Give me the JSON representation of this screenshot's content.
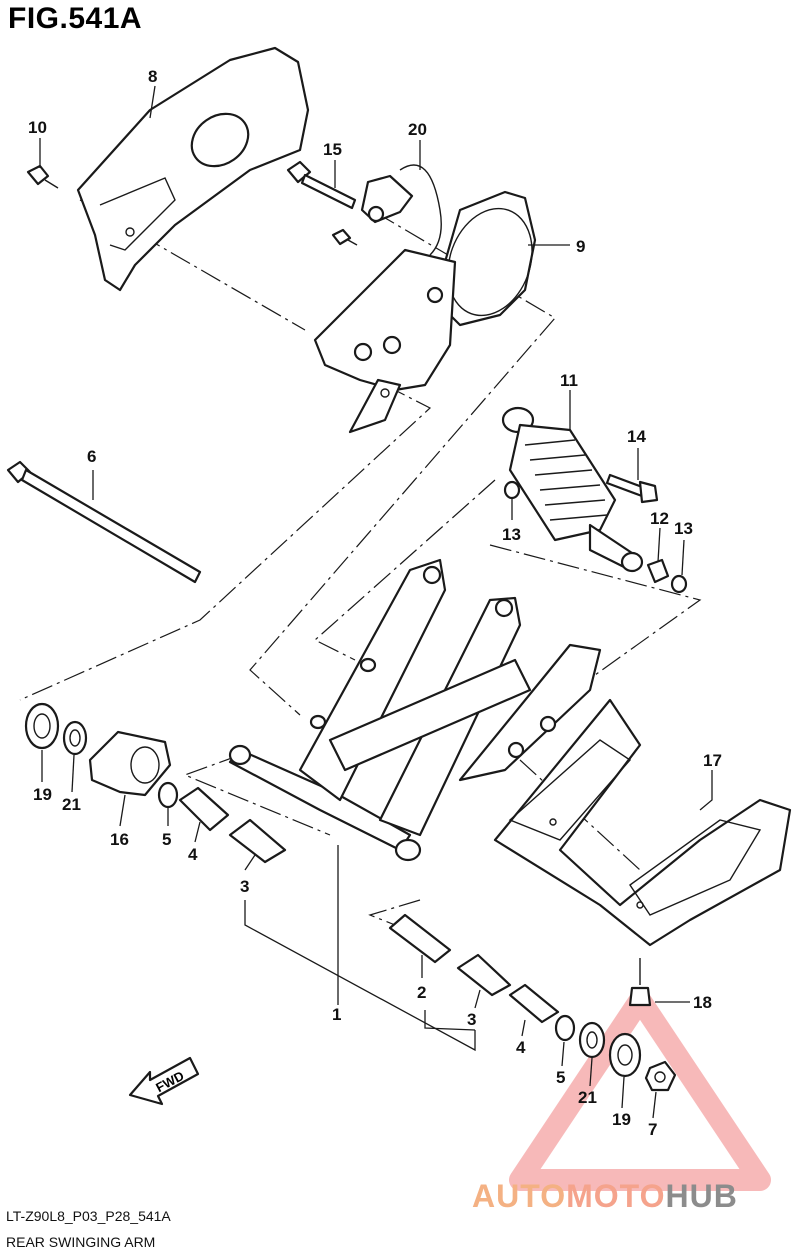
{
  "figure_title": "FIG.541A",
  "diagram_code": "LT-Z90L8_P03_P28_541A",
  "diagram_name": "REAR SWINGING ARM",
  "fwd_label": "FWD",
  "watermark": {
    "part1": "AUTO",
    "part2": "MOTO",
    "part3": "HUB",
    "color_a": "#f4b183",
    "color_b": "#f5a38c",
    "color_c": "#8c8c8c",
    "triangle_color": "#f08080"
  },
  "callouts": [
    "8",
    "10",
    "15",
    "20",
    "9",
    "11",
    "14",
    "13",
    "12",
    "13",
    "6",
    "19",
    "21",
    "16",
    "5",
    "4",
    "3",
    "17",
    "1",
    "2",
    "3",
    "4",
    "18",
    "5",
    "21",
    "19",
    "7"
  ]
}
